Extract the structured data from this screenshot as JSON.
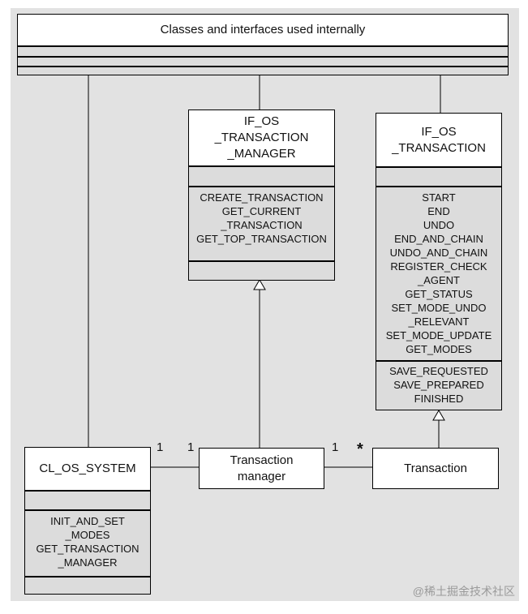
{
  "package": {
    "title": "Classes and interfaces used internally"
  },
  "if_os_transaction_manager": {
    "title": "IF_OS\n_TRANSACTION\n_MANAGER",
    "methods": "CREATE_TRANSACTION\nGET_CURRENT\n_TRANSACTION\nGET_TOP_TRANSACTION"
  },
  "if_os_transaction": {
    "title": "IF_OS\n_TRANSACTION",
    "methods": "START\nEND\nUNDO\nEND_AND_CHAIN\nUNDO_AND_CHAIN\nREGISTER_CHECK\n_AGENT\nGET_STATUS\nSET_MODE_UNDO\n_RELEVANT\nSET_MODE_UPDATE\nGET_MODES",
    "events": "SAVE_REQUESTED\nSAVE_PREPARED\nFINISHED"
  },
  "cl_os_system": {
    "title": "CL_OS_SYSTEM",
    "methods": "INIT_AND_SET\n_MODES\nGET_TRANSACTION\n_MANAGER"
  },
  "transaction_manager": {
    "title": "Transaction\nmanager"
  },
  "transaction": {
    "title": "Transaction"
  },
  "multiplicities": {
    "system_side": "1",
    "manager_left": "1",
    "manager_right": "1",
    "transaction_side": "*"
  },
  "watermark": "@稀土掘金技术社区"
}
